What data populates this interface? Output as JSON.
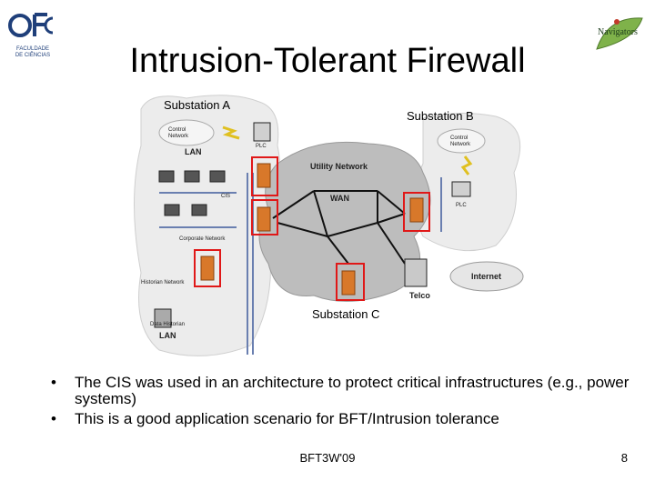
{
  "title": "Intrusion-Tolerant Firewall",
  "logos": {
    "left_lines": [
      "FACULDADE",
      "DE CIÊNCIAS"
    ],
    "right_text": "Navigators"
  },
  "diagram": {
    "substation_a": "Substation A",
    "substation_b": "Substation B",
    "substation_c": "Substation C",
    "control_network_a": [
      "Control",
      "Network"
    ],
    "control_network_b": [
      "Control",
      "Network"
    ],
    "lan_top": "LAN",
    "lan_bottom": "LAN",
    "plc_a": "PLC",
    "plc_b": "PLC",
    "utility_network": "Utility Network",
    "wan": "WAN",
    "corporate_network": "Corporate Network",
    "historian_network": "Historian Network",
    "data_historian": "Data Historian",
    "internet": "Internet",
    "telco": "Telco",
    "cis": "CIS"
  },
  "bullets": [
    {
      "marker": "•",
      "text": "The CIS was used in an architecture to protect critical infrastructures (e.g., power systems)"
    },
    {
      "marker": "•",
      "text": "This is a good application scenario for BFT/Intrusion tolerance"
    }
  ],
  "footer": {
    "center": "BFT3W'09",
    "page": "8"
  },
  "colors": {
    "highlight": "#e01818",
    "cloud": "#bdbdbd",
    "cloud_light": "#ececec",
    "cis_fill": "#d8782a"
  }
}
